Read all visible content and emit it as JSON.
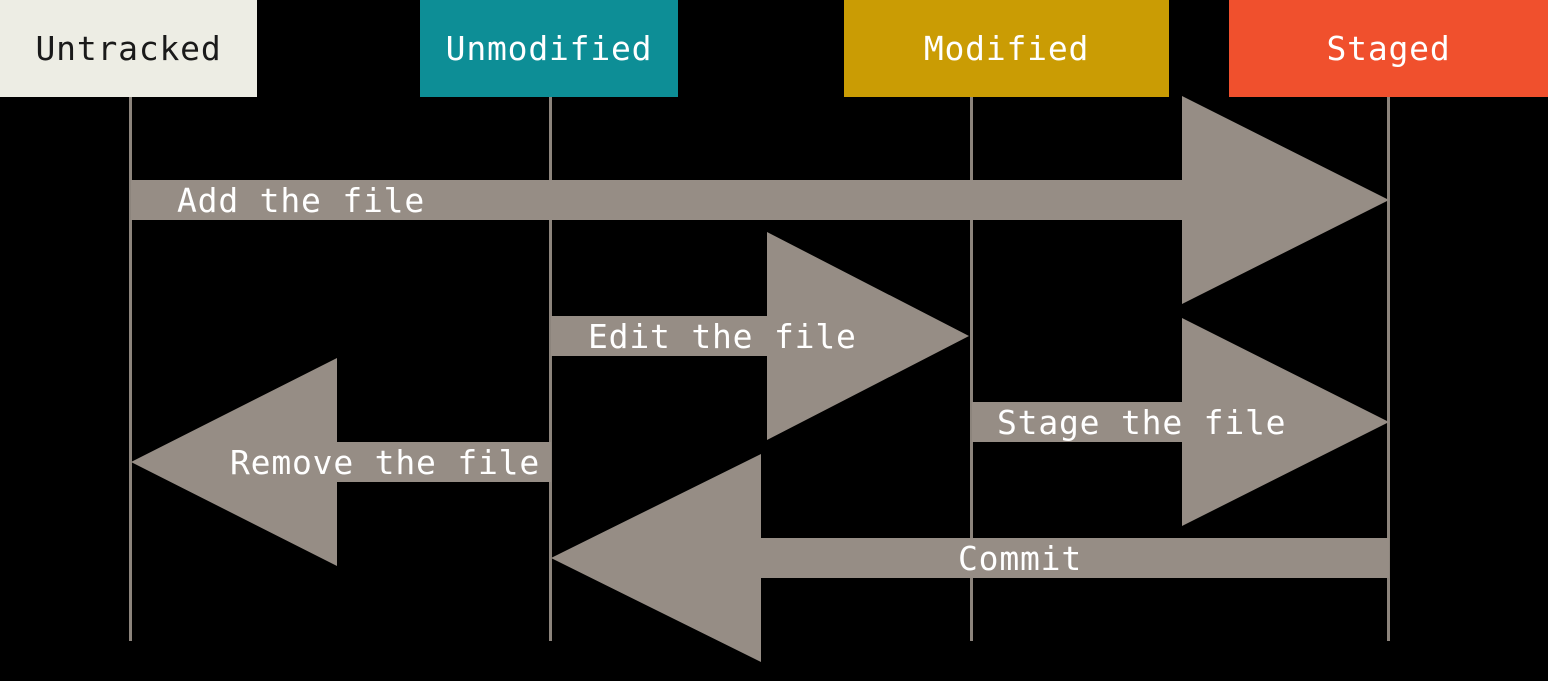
{
  "diagram": {
    "kind": "git-file-lifecycle",
    "background": "#000000"
  },
  "colors": {
    "arrow": "#968D85",
    "lifeline": "#8C847C",
    "arrow_label_text": "#FFFFFF"
  },
  "states": [
    {
      "label": "Untracked",
      "color": "#EDEDE4",
      "text_color": "#1A1A1A"
    },
    {
      "label": "Unmodified",
      "color": "#0D8E96",
      "text_color": "#FFFFFF"
    },
    {
      "label": "Modified",
      "color": "#CA9C04",
      "text_color": "#FFFFFF"
    },
    {
      "label": "Staged",
      "color": "#F0502D",
      "text_color": "#FFFFFF"
    }
  ],
  "transitions": [
    {
      "label": "Add the file",
      "from": "Untracked",
      "to": "Staged",
      "direction": "right"
    },
    {
      "label": "Edit the file",
      "from": "Unmodified",
      "to": "Modified",
      "direction": "right"
    },
    {
      "label": "Stage the file",
      "from": "Modified",
      "to": "Staged",
      "direction": "right"
    },
    {
      "label": "Remove the file",
      "from": "Unmodified",
      "to": "Untracked",
      "direction": "left"
    },
    {
      "label": "Commit",
      "from": "Staged",
      "to": "Unmodified",
      "direction": "left"
    }
  ]
}
